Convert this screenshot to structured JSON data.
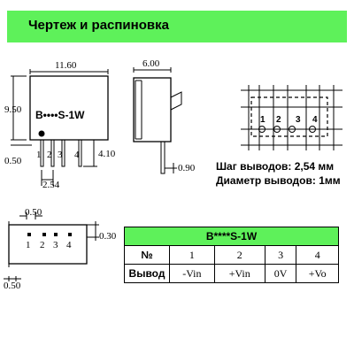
{
  "header": {
    "title": "Чертеж и распиновка"
  },
  "front_view": {
    "width_dim": "11.60",
    "height_dim": "9.50",
    "bottom_dim": "0.50",
    "label": "B••••S-1W",
    "pins": [
      "1",
      "2",
      "3",
      "4"
    ],
    "pitch_dim": "2.54",
    "pin_len_dim": "4.10"
  },
  "side_view": {
    "width_dim": "6.00",
    "pin_dim": "0.90"
  },
  "footprint": {
    "pins": [
      "1",
      "2",
      "3",
      "4"
    ]
  },
  "specs": {
    "pitch": "Шаг выводов: 2,54 мм",
    "diameter": "Диаметр выводов: 1мм"
  },
  "bottom_view": {
    "top_dim": "0.50",
    "right_dim": "0.30",
    "left_dim": "0.50",
    "pins": [
      "1",
      "2",
      "3",
      "4"
    ]
  },
  "pin_table": {
    "title": "B****S-1W",
    "row_num_label": "№",
    "row_out_label": "Вывод",
    "numbers": [
      "1",
      "2",
      "3",
      "4"
    ],
    "outputs": [
      "-Vin",
      "+Vin",
      "0V",
      "+Vo"
    ]
  }
}
